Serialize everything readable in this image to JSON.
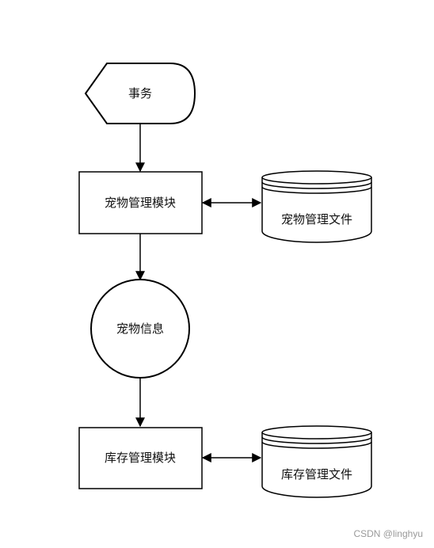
{
  "diagram": {
    "nodes": {
      "transaction": {
        "label": "事务",
        "shape": "display"
      },
      "pet_module": {
        "label": "宠物管理模块",
        "shape": "process"
      },
      "pet_file": {
        "label": "宠物管理文件",
        "shape": "data-store"
      },
      "pet_info": {
        "label": "宠物信息",
        "shape": "circle"
      },
      "stock_module": {
        "label": "库存管理模块",
        "shape": "process"
      },
      "stock_file": {
        "label": "库存管理文件",
        "shape": "data-store"
      }
    },
    "edges": [
      {
        "from": "transaction",
        "to": "pet_module",
        "direction": "forward"
      },
      {
        "from": "pet_module",
        "to": "pet_file",
        "direction": "both"
      },
      {
        "from": "pet_module",
        "to": "pet_info",
        "direction": "forward"
      },
      {
        "from": "pet_info",
        "to": "stock_module",
        "direction": "forward"
      },
      {
        "from": "stock_module",
        "to": "stock_file",
        "direction": "both"
      }
    ],
    "colors": {
      "stroke": "#000000",
      "fill": "#ffffff",
      "text": "#111111",
      "watermark": "#9a9a9a"
    }
  },
  "watermark": "CSDN @linghyu"
}
